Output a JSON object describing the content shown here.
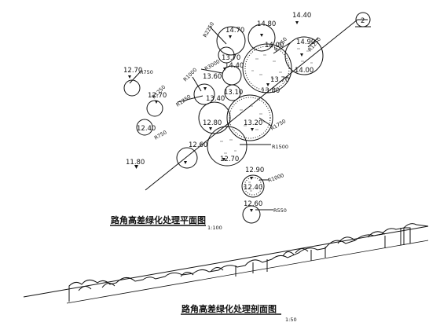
{
  "plan": {
    "title": "路角高差绿化处理平面图",
    "scale": "1:100",
    "axis_marker": "2",
    "elevations": [
      "14.70",
      "14.80",
      "14.40",
      "14.90",
      "14.00",
      "14.00",
      "13.70",
      "12.70",
      "13.60",
      "14.40",
      "13.10",
      "13.70",
      "13.80",
      "12.70",
      "13.40",
      "12.80",
      "13.20",
      "12.40",
      "12.60",
      "12.70",
      "11.80",
      "12.90",
      "12.40",
      "12.60"
    ],
    "radius_labels": [
      "R2250",
      "R1750",
      "R1250",
      "R3000",
      "R750",
      "R1000",
      "R1250",
      "R1750",
      "R750",
      "R1500",
      "R1000",
      "R550",
      "R1250"
    ]
  },
  "section": {
    "title": "路角高差绿化处理剖面图",
    "scale": "1:50"
  }
}
